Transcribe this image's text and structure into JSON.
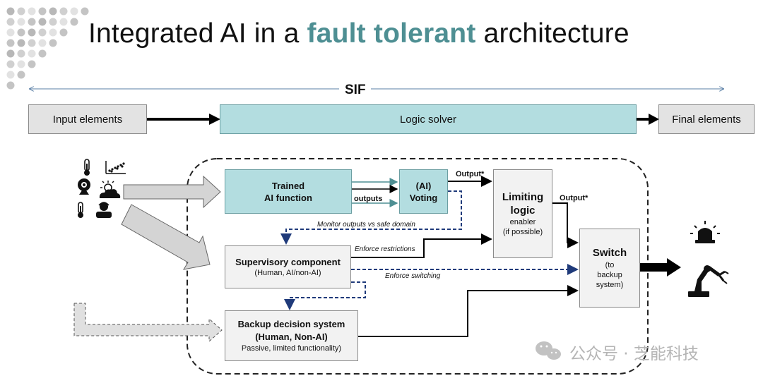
{
  "title": {
    "prefix": "Integrated AI in a ",
    "accent": "fault tolerant",
    "suffix": " architecture"
  },
  "sif_label": "SIF",
  "top_row": {
    "input": "Input elements",
    "logic": "Logic solver",
    "final": "Final elements"
  },
  "boxes": {
    "trained": {
      "line1": "Trained",
      "line2": "AI function"
    },
    "voting": {
      "line1": "(AI)",
      "line2": "Voting"
    },
    "limiting": {
      "line1": "Limiting",
      "line2": "logic",
      "line3": "enabler",
      "line4": "(if possible)"
    },
    "supervisory": {
      "line1": "Supervisory component",
      "line2": "(Human, AI/non-AI)"
    },
    "backup": {
      "line1": "Backup decision system",
      "line2": "(Human, Non-AI)",
      "line3": "Passive, limited functionality)"
    },
    "switch": {
      "line1": "Switch",
      "line2": "(to",
      "line3": "backup",
      "line4": "system)"
    }
  },
  "labels": {
    "outputs": "outputs",
    "output1": "Output*",
    "output2": "Output*",
    "monitor": "Monitor outputs vs safe domain",
    "enforce_restrictions": "Enforce restrictions",
    "enforce_switching": "Enforce switching"
  },
  "watermark": "公众号 · 芝能科技",
  "colors": {
    "accent": "#4e8f93",
    "teal_box": "#b3dde0",
    "dashed_blue": "#1f3a7a"
  },
  "icons": [
    "thermometer-icon",
    "scatter-plot-icon",
    "webcam-icon",
    "weather-icon",
    "thermometer-icon",
    "person-icon",
    "alarm-light-icon",
    "robot-arm-icon",
    "wechat-icon"
  ]
}
